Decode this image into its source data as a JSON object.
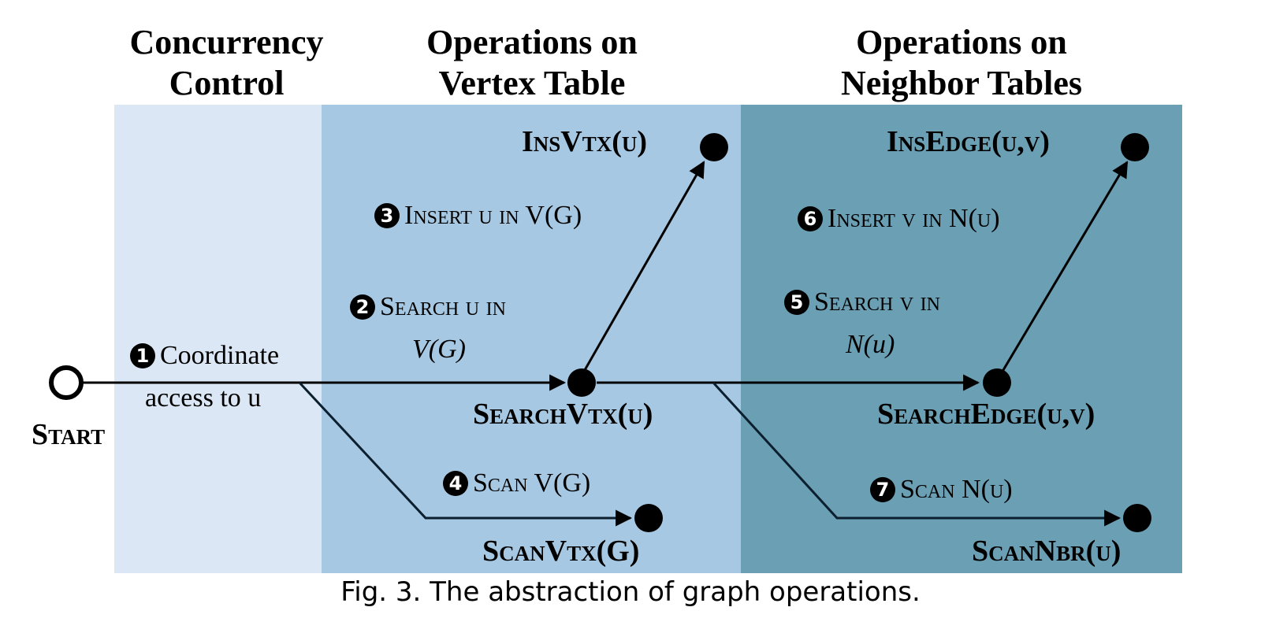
{
  "columns": {
    "concurrency": "Concurrency\nControl",
    "vertex": "Operations on\nVertex Table",
    "neighbor": "Operations on\nNeighbor Tables"
  },
  "nodes": {
    "start": "Start",
    "insvtx": "InsVtx(u)",
    "searchvtx": "SearchVtx(u)",
    "scanvtx": "ScanVtx(G)",
    "insedge": "InsEdge(u,v)",
    "searchedge": "SearchEdge(u,v)",
    "scannbr": "ScanNbr(u)"
  },
  "steps": [
    {
      "num": "1",
      "line1": "Coordinate",
      "line2": "access to u"
    },
    {
      "num": "2",
      "line1": "Search u in",
      "line2": "V(G)"
    },
    {
      "num": "3",
      "line1": "Insert u in V(G)"
    },
    {
      "num": "4",
      "line1": "Scan V(G)"
    },
    {
      "num": "5",
      "line1": "Search v in",
      "line2": "N(u)"
    },
    {
      "num": "6",
      "line1": "Insert v in N(u)"
    },
    {
      "num": "7",
      "line1": "Scan N(u)"
    }
  ],
  "caption": "Fig. 3.  The abstraction of graph operations.",
  "colors": {
    "concurrency_band": "#dbe7f4",
    "vertex_band": "#a7c8e2",
    "neighbor_band": "#6a9fb4",
    "edge": "#000000"
  }
}
